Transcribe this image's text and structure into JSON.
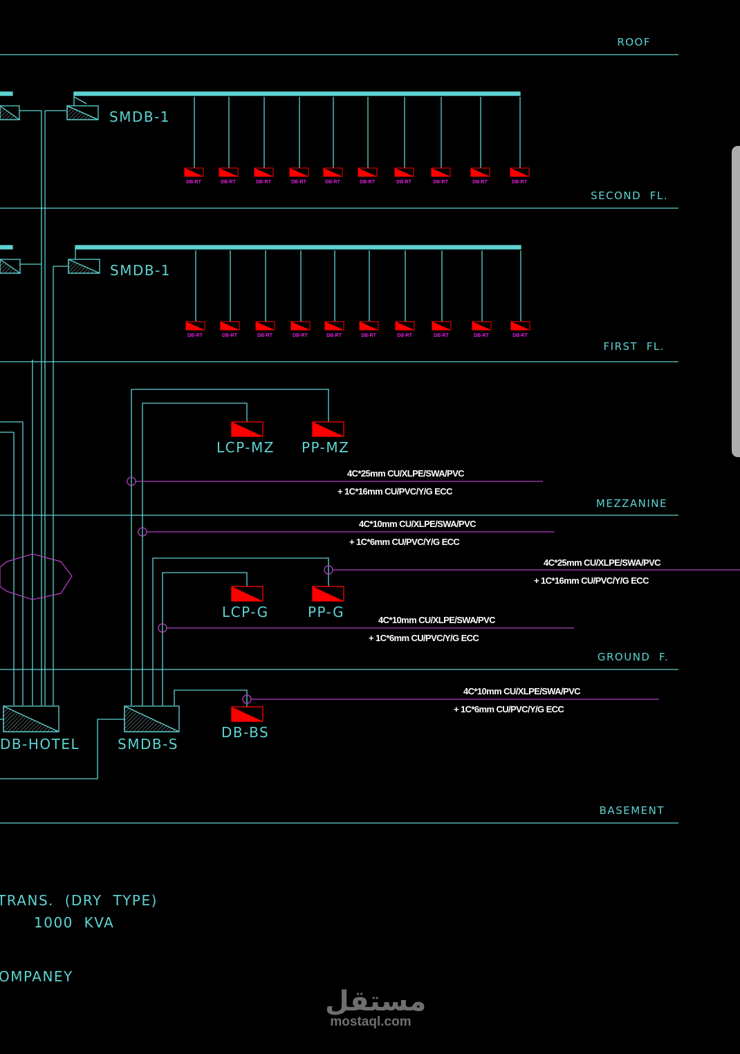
{
  "colors": {
    "background": "#000000",
    "cad_line": "#5fd3d3",
    "cable_line": "#b040c0",
    "panel_fill": "#ff0000",
    "panel_label_small": "#e020e0",
    "cable_text": "#ffffff",
    "scrollbar": "#adadad",
    "watermark": "#6f6f6f"
  },
  "floors": [
    {
      "label": "ROOF"
    },
    {
      "label": "SECOND  FL."
    },
    {
      "label": "FIRST  FL."
    },
    {
      "label": "MEZZANINE"
    },
    {
      "label": "GROUND  F."
    },
    {
      "label": "BASEMENT"
    }
  ],
  "boards": {
    "smdb_second": "SMDB-1",
    "smdb_first": "SMDB-1",
    "db_hotel": "DB-HOTEL",
    "smdb_s": "SMDB-S"
  },
  "sub_panels": {
    "second_floor": [
      "DB-RT",
      "DB-RT",
      "DB-RT",
      "DB-RT",
      "DB-RT",
      "DB-RT",
      "DB-RT",
      "DB-RT",
      "DB-RT",
      "DB-RT"
    ],
    "first_floor": [
      "DB-RT",
      "DB-RT",
      "DB-RT",
      "DB-RT",
      "DB-RT",
      "DB-RT",
      "DB-RT",
      "DB-RT",
      "DB-RT",
      "DB-RT"
    ],
    "mezzanine": [
      "LCP-MZ",
      "PP-MZ"
    ],
    "ground": [
      "LCP-G",
      "PP-G"
    ],
    "basement": [
      "DB-BS"
    ]
  },
  "cables": [
    {
      "line1": "4C*25mm CU/XLPE/SWA/PVC",
      "line2": "+ 1C*16mm CU/PVC/Y/G ECC"
    },
    {
      "line1": "4C*10mm CU/XLPE/SWA/PVC",
      "line2": "+ 1C*6mm CU/PVC/Y/G ECC"
    },
    {
      "line1": "4C*25mm CU/XLPE/SWA/PVC",
      "line2": "+ 1C*16mm CU/PVC/Y/G ECC"
    },
    {
      "line1": "4C*10mm CU/XLPE/SWA/PVC",
      "line2": "+ 1C*6mm CU/PVC/Y/G ECC"
    },
    {
      "line1": "4C*10mm CU/XLPE/SWA/PVC",
      "line2": "+ 1C*6mm CU/PVC/Y/G ECC"
    }
  ],
  "notes": {
    "transformer_line1": "TRANS.  (DRY  TYPE)",
    "transformer_line2": "1000  KVA",
    "company": "OMPANEY"
  },
  "watermark": {
    "arabic": "مستقل",
    "latin": "mostaql.com"
  }
}
